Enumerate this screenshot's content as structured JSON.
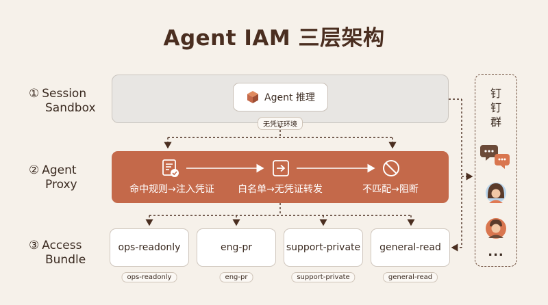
{
  "title": "Agent IAM 三层架构",
  "layers": [
    {
      "num": "①",
      "line1": "Session",
      "line2": "Sandbox"
    },
    {
      "num": "②",
      "line1": "Agent",
      "line2": "Proxy"
    },
    {
      "num": "③",
      "line1": "Access",
      "line2": "Bundle"
    }
  ],
  "sandbox": {
    "agent_label": "Agent 推理",
    "env_tag": "无凭证环境"
  },
  "proxy": {
    "rules": [
      {
        "label": "命中规则→注入凭证",
        "icon": "rule-check-icon"
      },
      {
        "label": "白名单→无凭证转发",
        "icon": "forward-icon"
      },
      {
        "label": "不匹配→阻断",
        "icon": "block-icon"
      }
    ]
  },
  "bundles": [
    {
      "name": "ops-readonly",
      "tag": "ops-readonly"
    },
    {
      "name": "eng-pr",
      "tag": "eng-pr"
    },
    {
      "name": "support-private",
      "tag": "support-private"
    },
    {
      "name": "general-read",
      "tag": "general-read"
    }
  ],
  "dingtalk": {
    "title": "钉钉群",
    "more": "..."
  },
  "colors": {
    "proxy": "#c4694a",
    "accent": "#c4694a",
    "dark": "#4a2e20",
    "background": "#f6f1ea"
  }
}
